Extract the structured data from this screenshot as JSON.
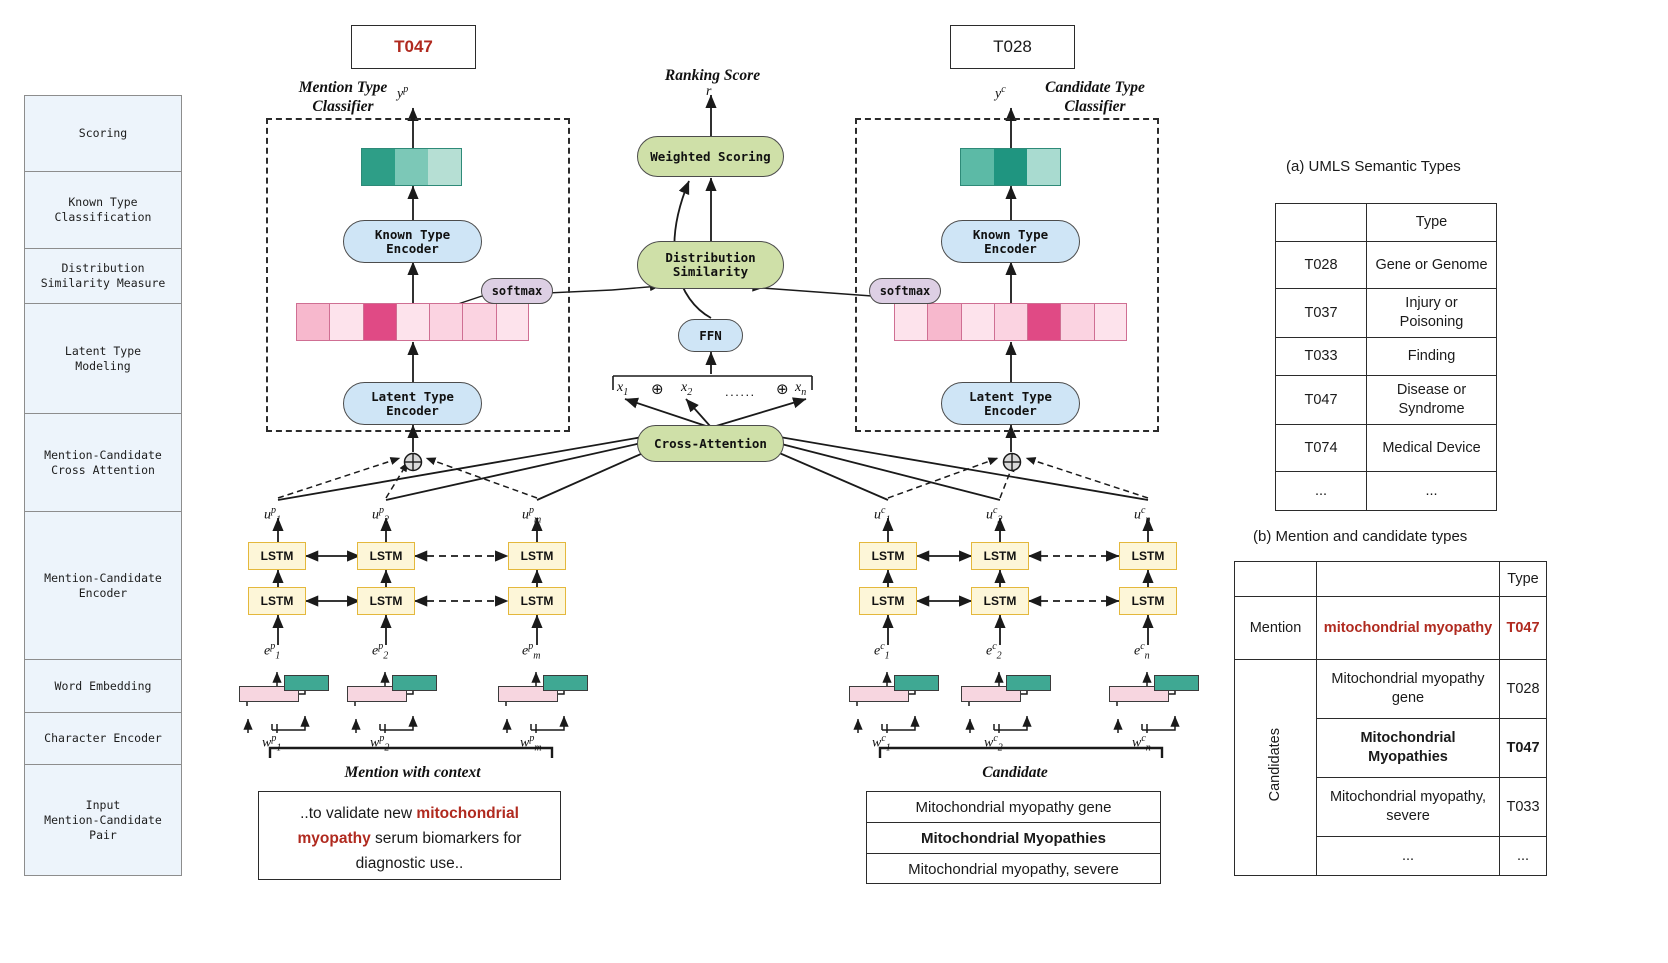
{
  "figure": {
    "accent_red": "#b02a1f",
    "teal": "#3fa893",
    "pink": "#e8639b",
    "green_pill": "#cfe0a8",
    "blue_pill": "#cfe5f6",
    "softmax_fill": "#ddcfe4",
    "lstm_fill": "#fdf6d8"
  },
  "pipeline_stages": [
    {
      "label": "Scoring"
    },
    {
      "label": "Known Type\nClassification"
    },
    {
      "label": "Distribution\nSimilarity Measure"
    },
    {
      "label": "Latent Type\nModeling"
    },
    {
      "label": "Mention-Candidate\nCross Attention"
    },
    {
      "label": "Mention-Candidate\nEncoder"
    },
    {
      "label": "Word Embedding"
    },
    {
      "label": "Character Encoder"
    },
    {
      "label": "Input\nMention-Candidate\nPair"
    }
  ],
  "outputs": {
    "mention_type": "T047",
    "candidate_type": "T028"
  },
  "captions": {
    "mention_classifier": "Mention Type\nClassifier",
    "candidate_classifier": "Candidate Type\nClassifier",
    "ranking_score": "Ranking Score",
    "mention_with_context": "Mention with context",
    "candidate": "Candidate"
  },
  "math_labels": {
    "y_p": "y",
    "y_p_sup": "p",
    "y_c": "y",
    "y_c_sup": "c",
    "r": "r",
    "x1": "x",
    "x1_sub": "1",
    "x2": "x",
    "x2_sub": "2",
    "xn": "x",
    "xn_sub": "n",
    "oplus": "⊕",
    "ellipsis": "......",
    "u_p": [
      "u",
      "p",
      "1",
      "2",
      "m"
    ],
    "u_c": [
      "u",
      "c",
      "1",
      "2",
      "n"
    ],
    "e_p": [
      "e",
      "p",
      "1",
      "2",
      "m"
    ],
    "e_c": [
      "e",
      "c",
      "1",
      "2",
      "n"
    ],
    "w_p": [
      "w",
      "p",
      "1",
      "2",
      "m"
    ],
    "w_c": [
      "w",
      "c",
      "1",
      "2",
      "n"
    ]
  },
  "modules": {
    "weighted_scoring": "Weighted Scoring",
    "distribution_similarity": "Distribution\nSimilarity",
    "ffn": "FFN",
    "cross_attention": "Cross-Attention",
    "known_type_encoder": "Known Type\nEncoder",
    "latent_type_encoder": "Latent Type\nEncoder",
    "softmax": "softmax",
    "lstm": "LSTM"
  },
  "distributions": {
    "mention_latent": [
      {
        "color": "#f7b8cd"
      },
      {
        "color": "#fde3ec"
      },
      {
        "color": "#e04a85"
      },
      {
        "color": "#fde3ec"
      },
      {
        "color": "#fbd3e1"
      },
      {
        "color": "#fbd3e1"
      },
      {
        "color": "#fde3ec"
      }
    ],
    "candidate_latent": [
      {
        "color": "#fde3ec"
      },
      {
        "color": "#f7b8cd"
      },
      {
        "color": "#fde3ec"
      },
      {
        "color": "#fbd3e1"
      },
      {
        "color": "#e04a85"
      },
      {
        "color": "#fbd3e1"
      },
      {
        "color": "#fde3ec"
      }
    ],
    "mention_known": [
      {
        "color": "#2e9e87"
      },
      {
        "color": "#7cc8b7"
      },
      {
        "color": "#b6dfd4"
      }
    ],
    "candidate_known": [
      {
        "color": "#5cbaa6"
      },
      {
        "color": "#1f9580"
      },
      {
        "color": "#a9dbd0"
      }
    ]
  },
  "mention_sentence": {
    "prefix": "..to validate new ",
    "highlight": "mitochondrial myopathy",
    "suffix": " serum biomarkers for diagnostic use.."
  },
  "candidate_list": [
    {
      "text": "Mitochondrial myopathy gene",
      "bold": false
    },
    {
      "text": "Mitochondrial Myopathies",
      "bold": true
    },
    {
      "text": "Mitochondrial myopathy, severe",
      "bold": false
    }
  ],
  "table_a": {
    "caption": "(a) UMLS Semantic Types",
    "headers": [
      "",
      "Type"
    ],
    "rows": [
      {
        "code": "T028",
        "type": "Gene or Genome"
      },
      {
        "code": "T037",
        "type": "Injury or\nPoisoning"
      },
      {
        "code": "T033",
        "type": "Finding"
      },
      {
        "code": "T047",
        "type": "Disease or\nSyndrome"
      },
      {
        "code": "T074",
        "type": "Medical Device"
      },
      {
        "code": "...",
        "type": "..."
      }
    ]
  },
  "table_b": {
    "caption": "(b) Mention and candidate types",
    "headers": [
      "",
      "",
      "Type"
    ],
    "mention_row_label": "Mention",
    "candidates_row_label": "Candidates",
    "mention": {
      "text": "mitochondrial myopathy",
      "type": "T047",
      "style": "red-bold"
    },
    "candidates": [
      {
        "text": "Mitochondrial myopathy gene",
        "type": "T028",
        "style": "normal"
      },
      {
        "text": "Mitochondrial Myopathies",
        "type": "T047",
        "style": "bold"
      },
      {
        "text": "Mitochondrial myopathy, severe",
        "type": "T033",
        "style": "normal"
      },
      {
        "text": "...",
        "type": "...",
        "style": "normal"
      }
    ]
  }
}
